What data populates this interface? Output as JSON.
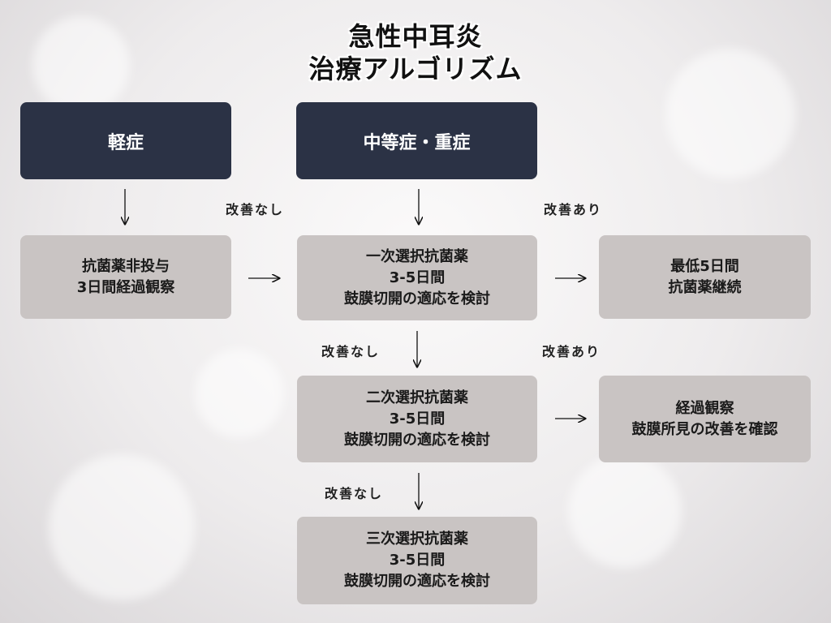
{
  "title": {
    "line1": "急性中耳炎",
    "line2": "治療アルゴリズム"
  },
  "nodes": {
    "mild": "軽症",
    "moderate_severe": "中等症・重症",
    "observe": {
      "line1": "抗菌薬非投与",
      "line2": "3日間経過観察"
    },
    "first": {
      "line1": "一次選択抗菌薬",
      "line2": "3-5日間",
      "line3": "鼓膜切開の適応を検討"
    },
    "continue": {
      "line1": "最低5日間",
      "line2": "抗菌薬継続"
    },
    "second": {
      "line1": "二次選択抗菌薬",
      "line2": "3-5日間",
      "line3": "鼓膜切開の適応を検討"
    },
    "followup": {
      "line1": "経過観察",
      "line2": "鼓膜所見の改善を確認"
    },
    "third": {
      "line1": "三次選択抗菌薬",
      "line2": "3-5日間",
      "line3": "鼓膜切開の適応を検討"
    }
  },
  "labels": {
    "no_improvement_1": "改善なし",
    "improvement_1": "改善あり",
    "no_improvement_2": "改善なし",
    "improvement_2": "改善あり",
    "no_improvement_3": "改善なし"
  },
  "colors": {
    "header_box": "#2b3245",
    "step_box": "#c9c4c3"
  }
}
